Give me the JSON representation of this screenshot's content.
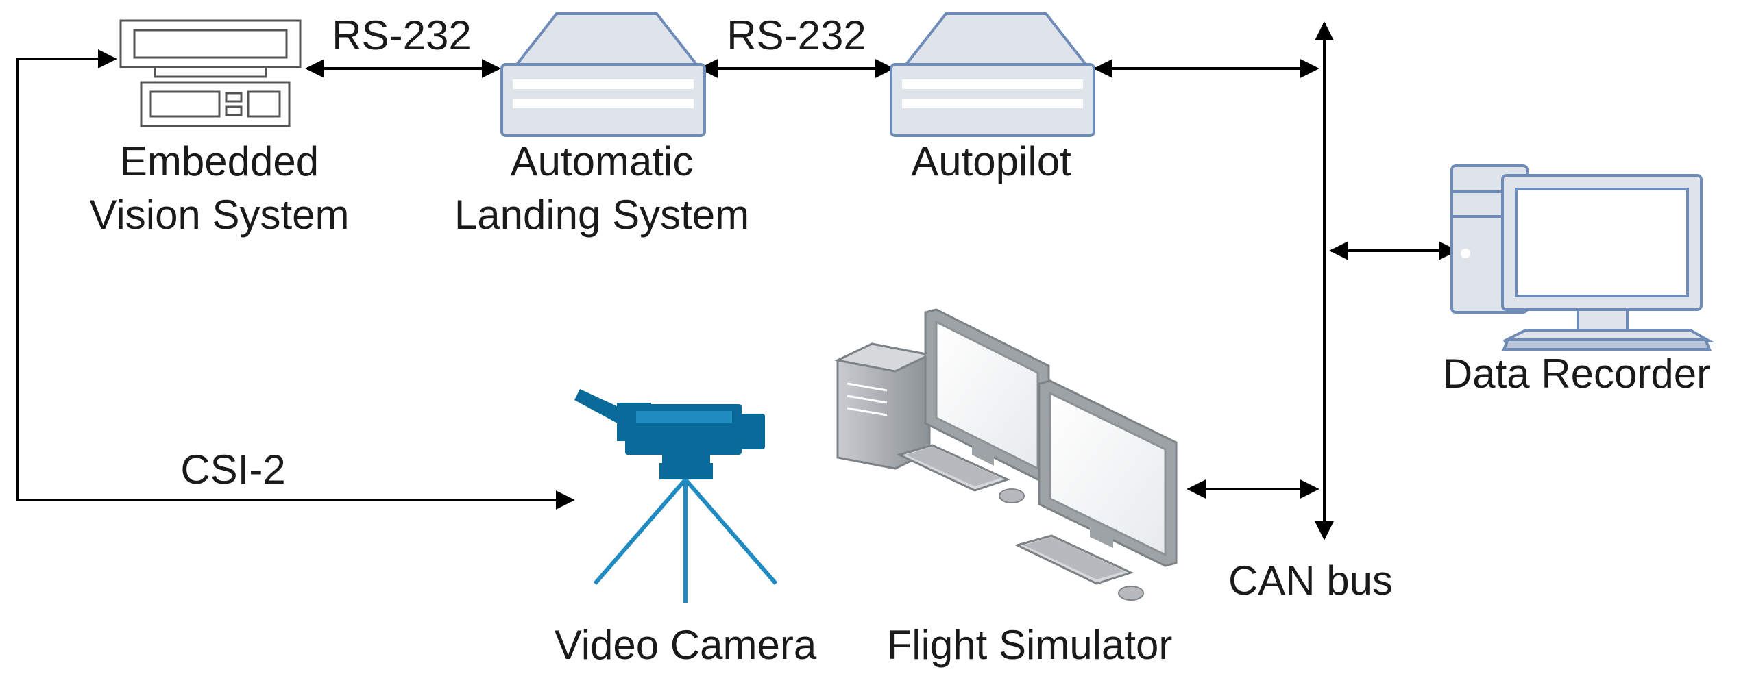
{
  "nodes": {
    "embedded_vision": {
      "line1": "Embedded",
      "line2": "Vision System"
    },
    "automatic_landing": {
      "line1": "Automatic",
      "line2": "Landing System"
    },
    "autopilot": {
      "label": "Autopilot"
    },
    "data_recorder": {
      "label": "Data Recorder"
    },
    "video_camera": {
      "label": "Video Camera"
    },
    "flight_simulator": {
      "label": "Flight Simulator"
    }
  },
  "links": {
    "rs232_a": "RS-232",
    "rs232_b": "RS-232",
    "csi2": "CSI-2",
    "can_bus": "CAN bus"
  },
  "colors": {
    "device_outline": "#6f8cb8",
    "device_fill": "#dfe4ea",
    "camera_blue": "#0a6a9a",
    "monitor_grey": "#9ea3a8",
    "line": "#000000"
  }
}
